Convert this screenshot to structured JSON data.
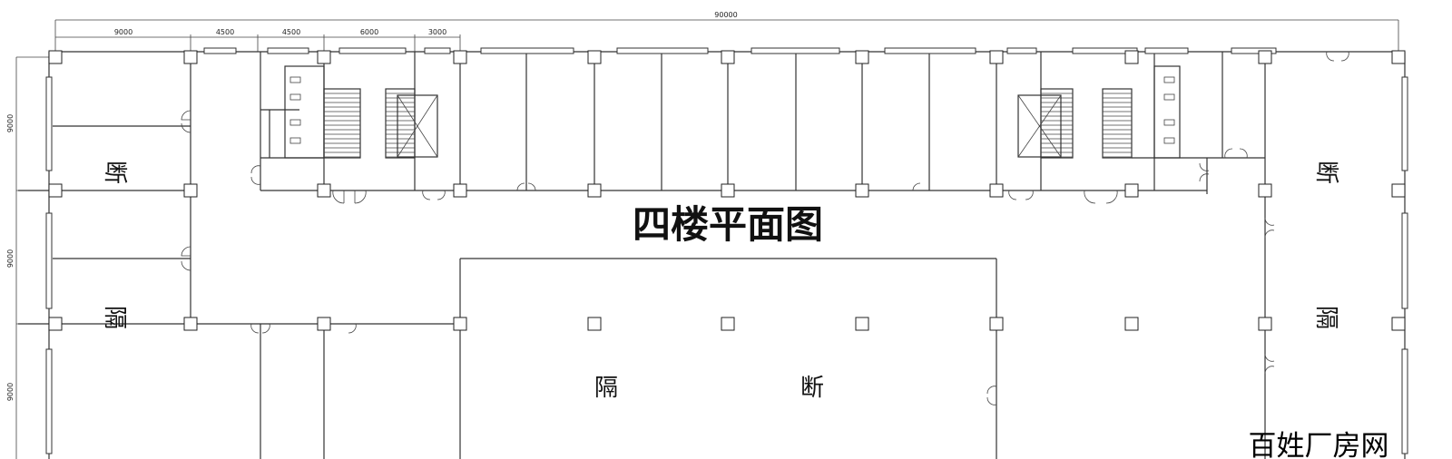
{
  "plan": {
    "title": "四楼平面图",
    "total_dimension": "90000",
    "top_dimensions": [
      "9000",
      "4500",
      "4500",
      "6000",
      "3000"
    ],
    "left_dimensions": [
      "9000",
      "9000",
      "9000"
    ],
    "room_labels": {
      "left_top": "断",
      "left_mid": "隔",
      "right_top": "断",
      "right_mid": "隔",
      "center_left": "隔",
      "center_right": "断"
    }
  },
  "watermark": "百姓厂房网",
  "colors": {
    "line": "#333333",
    "background": "#ffffff"
  }
}
